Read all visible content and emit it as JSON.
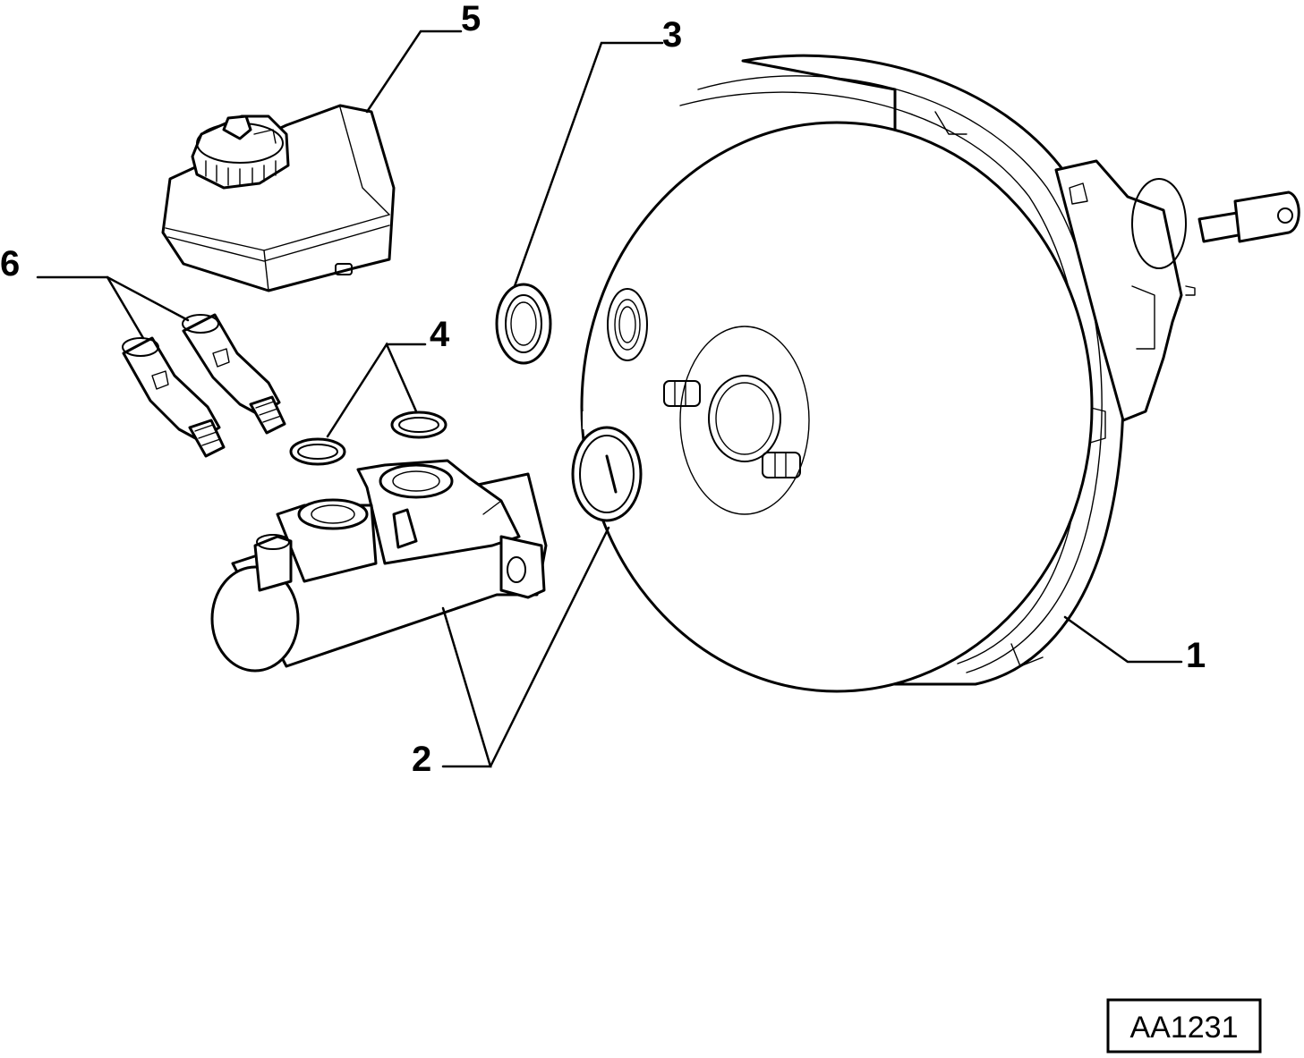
{
  "callouts": {
    "c1": "1",
    "c2": "2",
    "c3": "3",
    "c4": "4",
    "c5": "5",
    "c6": "6"
  },
  "reference_code": "AA1231",
  "colors": {
    "line": "#000000",
    "background": "#ffffff"
  }
}
